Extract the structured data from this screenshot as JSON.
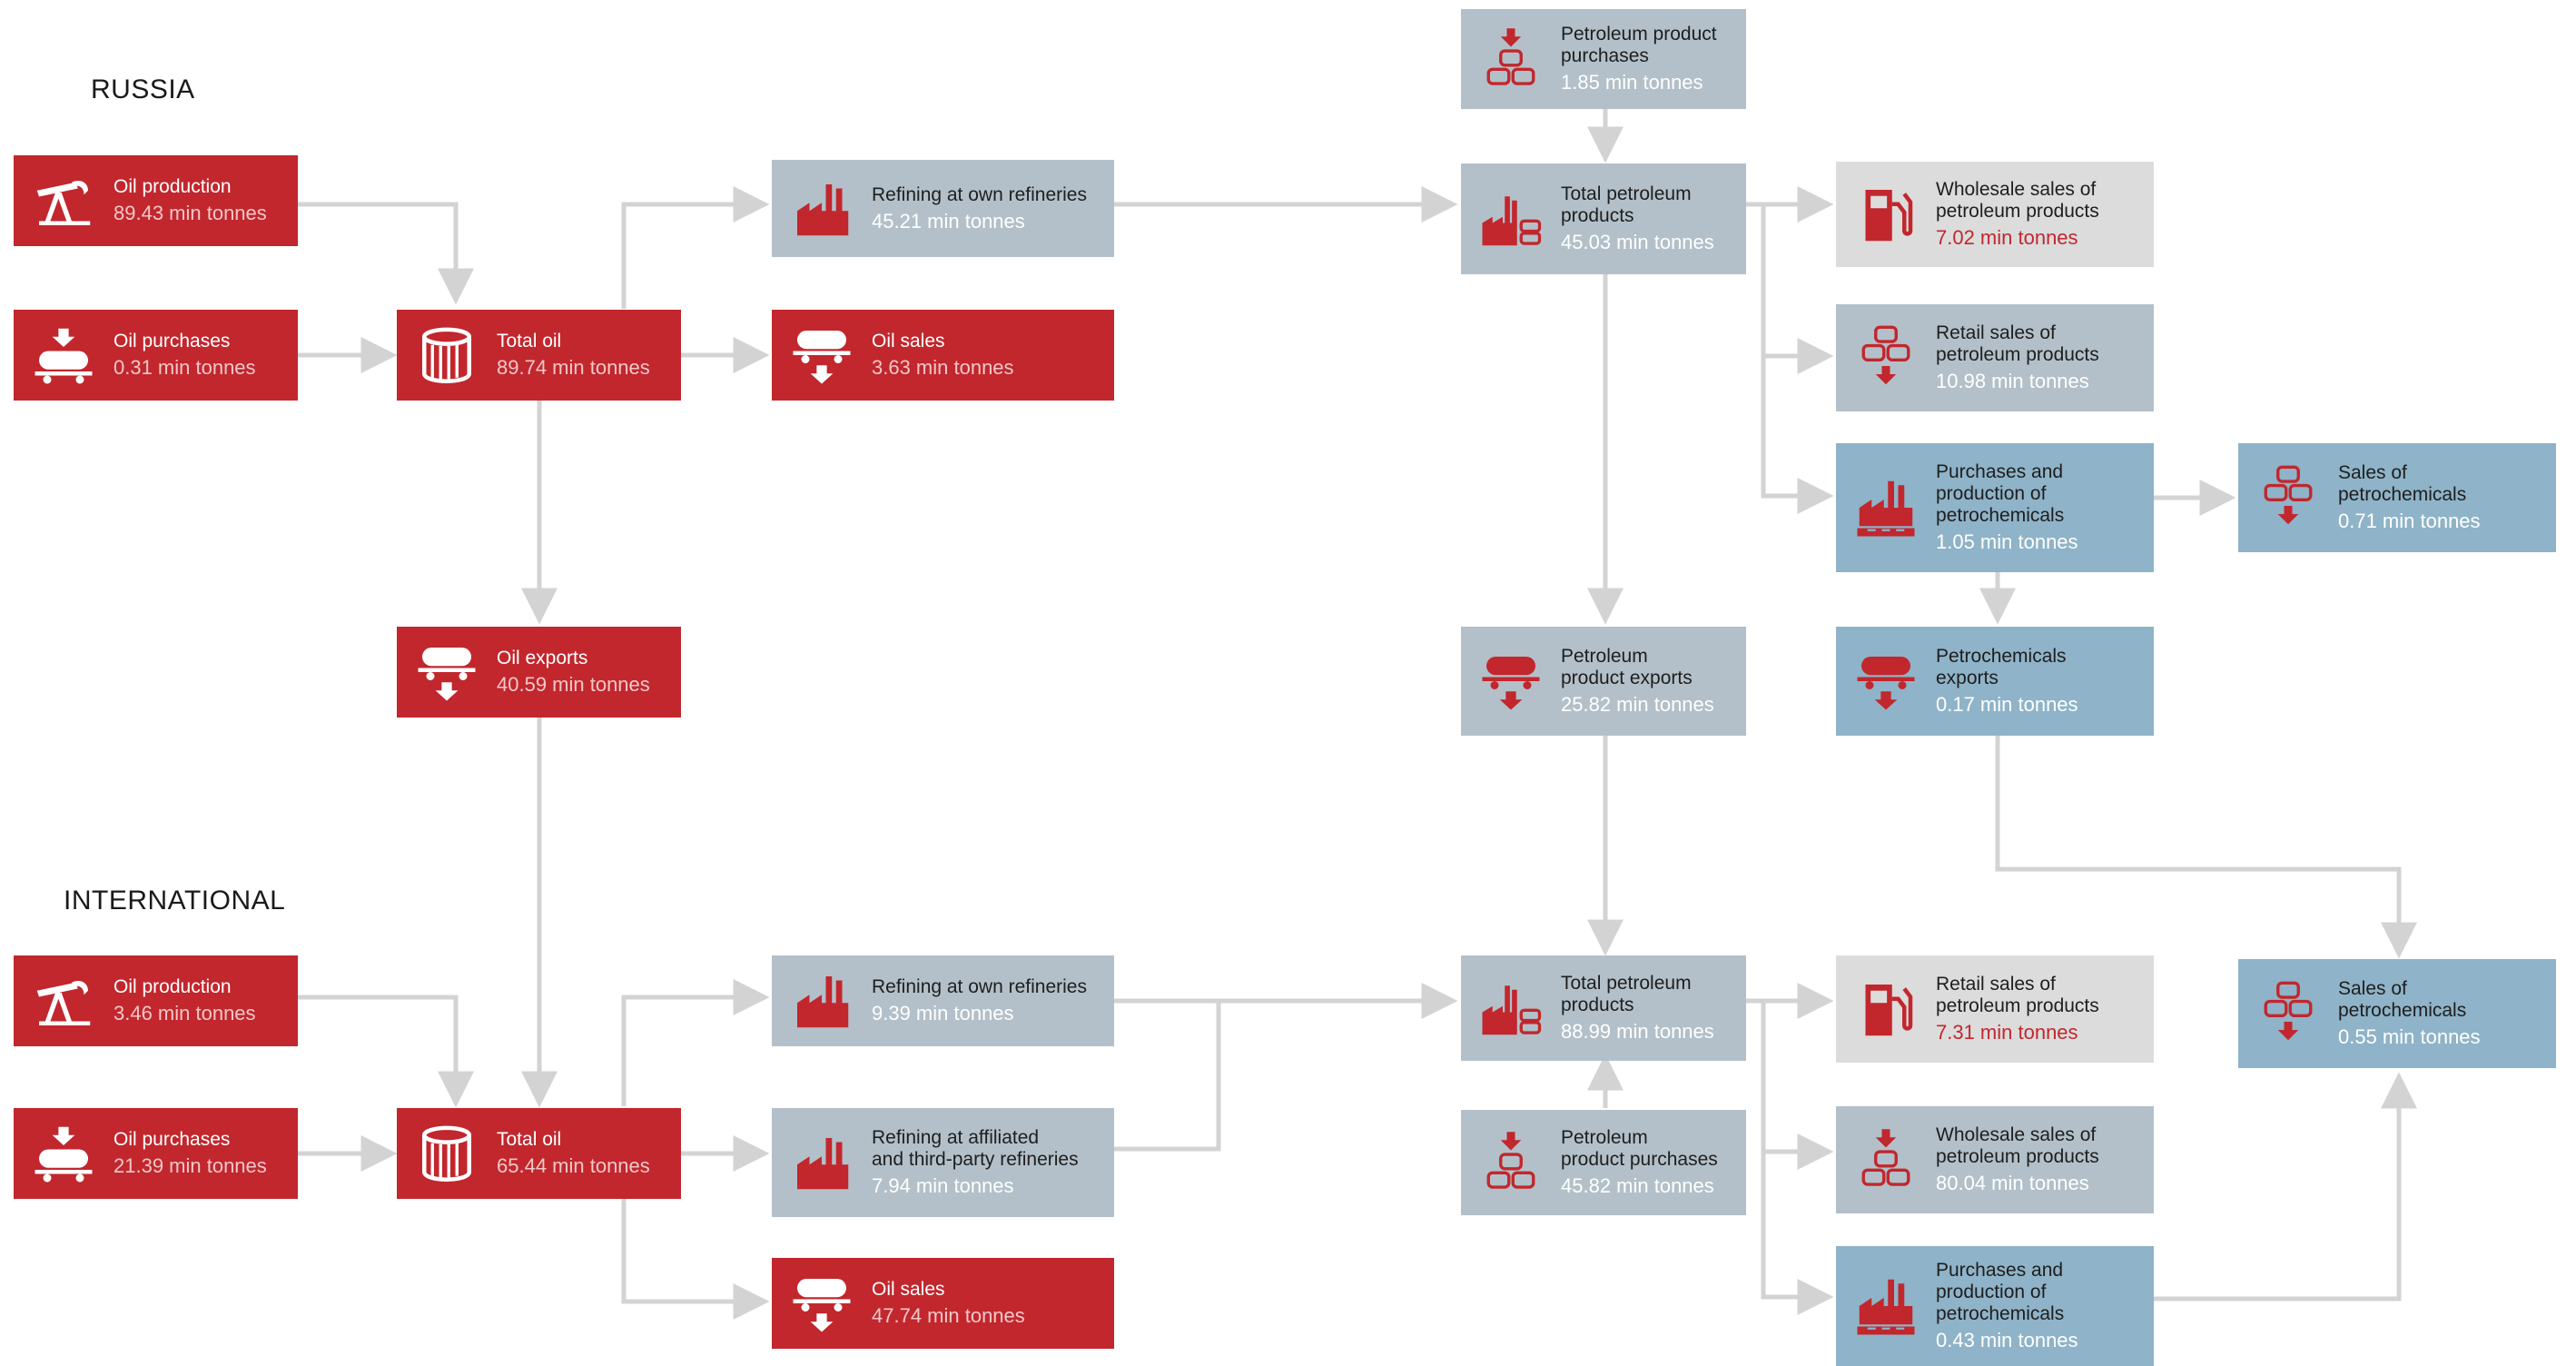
{
  "sections": {
    "russia": "RUSSIA",
    "international": "INTERNATIONAL"
  },
  "colors": {
    "red": "#c1272d",
    "gray": "#b3c0c9",
    "light": "#dcdcdc",
    "blue": "#8fb3c8",
    "arrow": "#d3d3d3"
  },
  "russia": {
    "oil_production": {
      "label": "Oil production",
      "value": "89.43 min tonnes",
      "icon": "oil-pump-icon"
    },
    "oil_purchases": {
      "label": "Oil purchases",
      "value": "0.31 min tonnes",
      "icon": "tank-car-icon"
    },
    "total_oil": {
      "label": "Total oil",
      "value": "89.74  min tonnes",
      "icon": "storage-tank-icon"
    },
    "refining_own": {
      "label": "Refining at own refineries",
      "value": "45.21 min tonnes",
      "icon": "refinery-icon"
    },
    "oil_sales": {
      "label": "Oil sales",
      "value": "3.63  min tonnes",
      "icon": "tank-car-icon"
    },
    "oil_exports": {
      "label": "Oil exports",
      "value": "40.59 min tonnes",
      "icon": "tank-car-icon"
    },
    "petroleum_product_purchases": {
      "label": "Petroleum product\npurchases",
      "value": "1.85 min tonnes",
      "icon": "barrels-icon"
    },
    "total_petroleum_products": {
      "label": "Total petroleum\nproducts",
      "value": "45.03 min tonnes",
      "icon": "refinery-barrels-icon"
    },
    "petroleum_product_exports": {
      "label": "Petroleum\nproduct exports",
      "value": "25.82 min tonnes",
      "icon": "tank-car-icon"
    },
    "wholesale_sales": {
      "label": "Wholesale sales of\npetroleum products",
      "value": "7.02 min tonnes",
      "icon": "fuel-pump-icon"
    },
    "retail_sales": {
      "label": "Retail sales of\npetroleum products",
      "value": "10.98 min tonnes",
      "icon": "barrels-icon"
    },
    "petrochem_production": {
      "label": "Purchases and\nproduction of\npetrochemicals",
      "value": "1.05 min tonnes",
      "icon": "chemical-plant-icon"
    },
    "petrochem_sales": {
      "label": "Sales of\npetrochemicals",
      "value": "0.71 min tonnes",
      "icon": "barrels-icon"
    },
    "petrochem_exports": {
      "label": "Petrochemicals\nexports",
      "value": "0.17 min tonnes",
      "icon": "tank-car-icon"
    }
  },
  "international": {
    "oil_production": {
      "label": "Oil production",
      "value": "3.46 min tonnes",
      "icon": "oil-pump-icon"
    },
    "oil_purchases": {
      "label": "Oil purchases",
      "value": "21.39 min tonnes",
      "icon": "tank-car-icon"
    },
    "total_oil": {
      "label": "Total oil",
      "value": "65.44 min tonnes",
      "icon": "storage-tank-icon"
    },
    "refining_own": {
      "label": "Refining at own refineries",
      "value": "9.39 min tonnes",
      "icon": "refinery-icon"
    },
    "refining_affiliated": {
      "label": "Refining at affiliated\nand third-party refineries",
      "value": "7.94 min tonnes",
      "icon": "refinery-icon"
    },
    "oil_sales": {
      "label": "Oil sales",
      "value": "47.74 min tonnes",
      "icon": "tank-car-icon"
    },
    "total_petroleum_products": {
      "label": "Total petroleum\nproducts",
      "value": "88.99 min tonnes",
      "icon": "refinery-barrels-icon"
    },
    "petroleum_product_purchases": {
      "label": "Petroleum\nproduct purchases",
      "value": "45.82 min tonnes",
      "icon": "barrels-icon"
    },
    "retail_sales": {
      "label": "Retail sales of\npetroleum products",
      "value": "7.31 min tonnes",
      "icon": "fuel-pump-icon"
    },
    "wholesale_sales": {
      "label": "Wholesale sales of\npetroleum products",
      "value": "80.04 min tonnes",
      "icon": "barrels-icon"
    },
    "petrochem_production": {
      "label": "Purchases and\nproduction of\npetrochemicals",
      "value": "0.43 min tonnes",
      "icon": "chemical-plant-icon"
    },
    "petrochem_sales": {
      "label": "Sales of\npetrochemicals",
      "value": "0.55 min tonnes",
      "icon": "barrels-icon"
    }
  }
}
